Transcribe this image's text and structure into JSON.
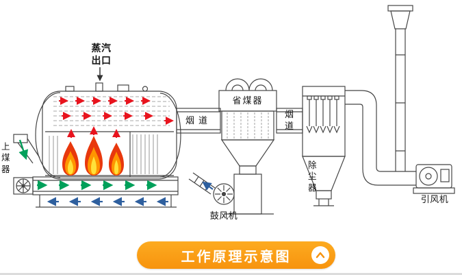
{
  "diagram": {
    "labels": {
      "steam_outlet": "蒸汽出口",
      "coal_feeder": "上煤器",
      "flue_duct_left": "烟道",
      "economizer": "省煤器",
      "flue_duct_right": "烟道",
      "dust_collector": "除尘器",
      "induced_draft_fan": "引风机",
      "blower_fan": "鼓风机"
    },
    "colors": {
      "outline": "#454545",
      "flue_gas_arrow": "#e8141e",
      "coal_arrow": "#00a05a",
      "air_arrow": "#2e5f9e",
      "flame_outer": "#e8380d",
      "flame_mid": "#ff9500",
      "flame_core": "#ffe13a"
    }
  },
  "footer": {
    "title": "工作原理示意图",
    "icon": "chevron-up",
    "button_color": "#f9a31c"
  }
}
